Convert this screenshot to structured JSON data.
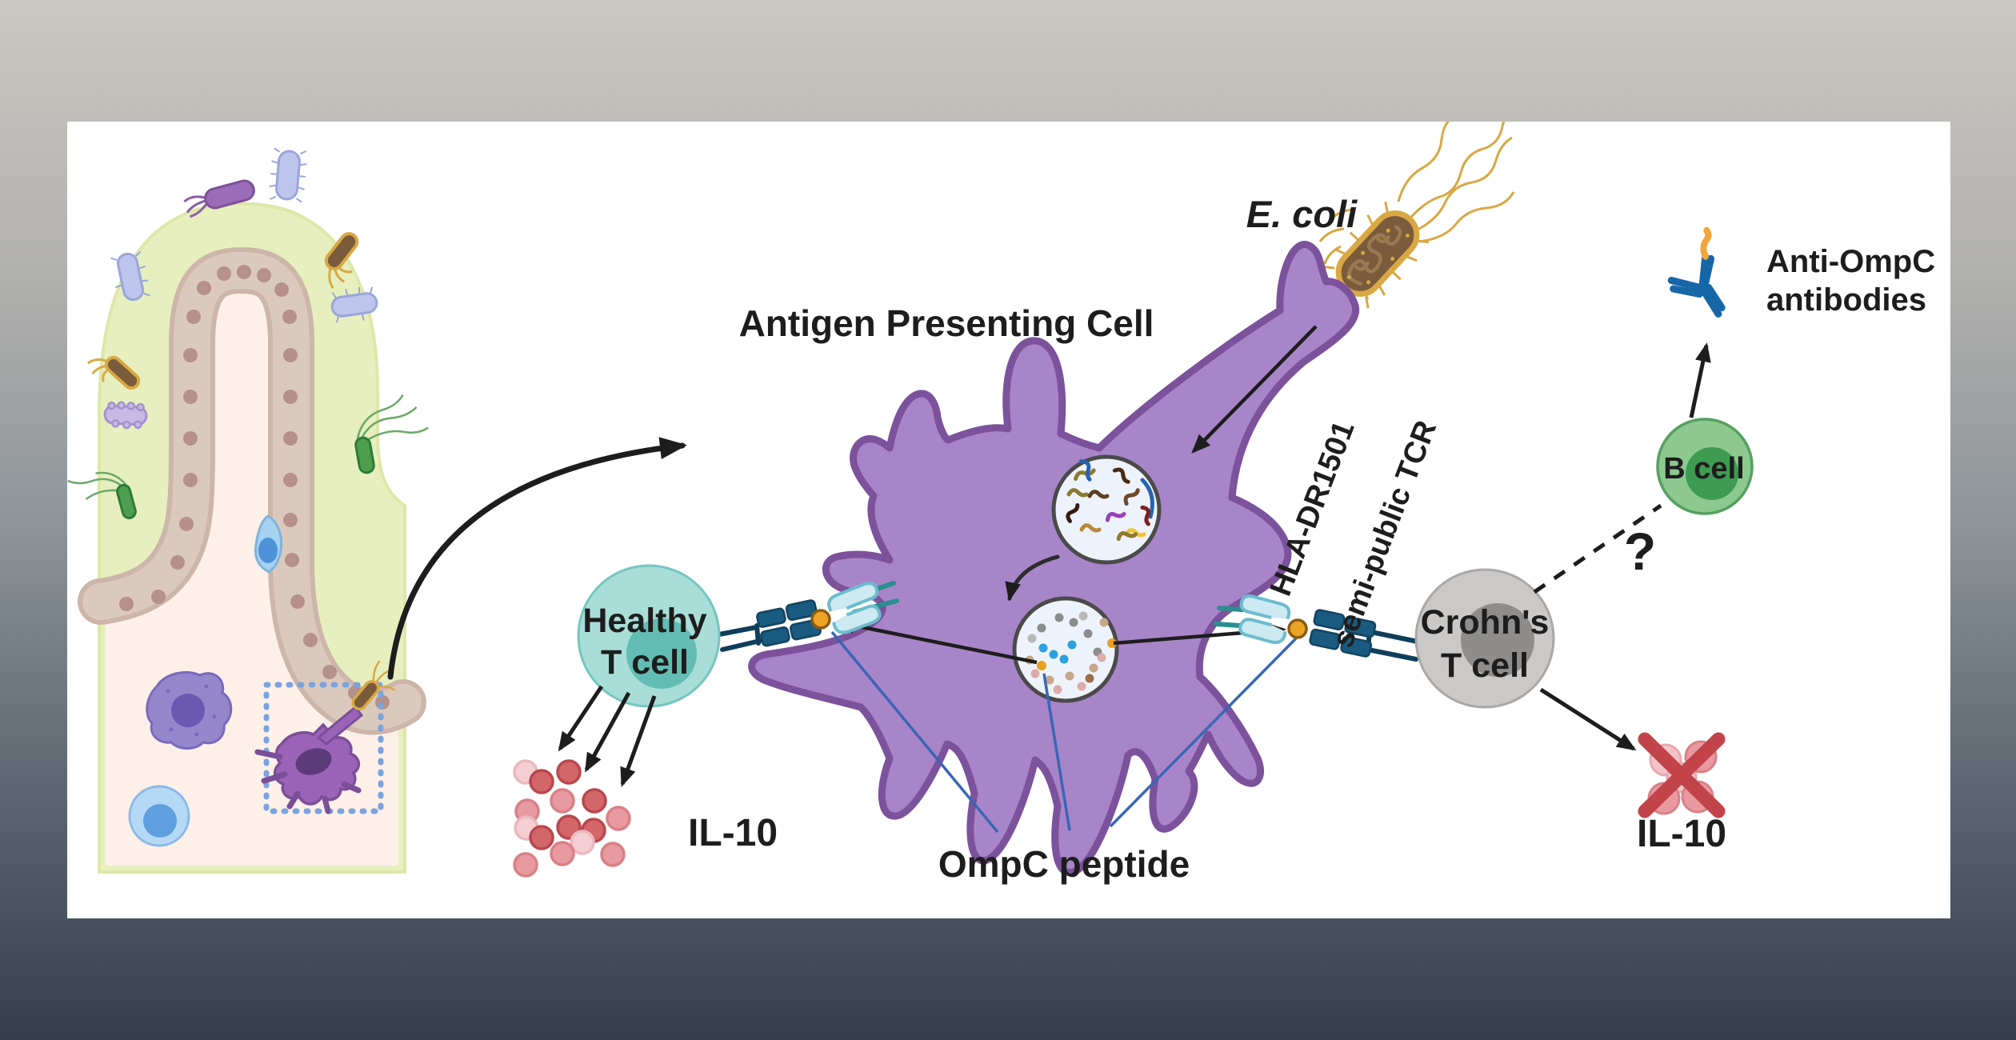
{
  "figure": {
    "type": "immunology-pathway-illustration",
    "description": "E. coli OmpC antigen presentation to healthy vs Crohn's disease T cells"
  },
  "background": {
    "gradient_top": "#cbc7c2",
    "gradient_bottom": "#343f4b",
    "canvas": "#ffffff"
  },
  "palette": {
    "apc_purple": "#a884c9",
    "apc_outline": "#7b529b",
    "healthy_t_cell_teal": "#a9ddd8",
    "healthy_t_nucleus": "#63bdb4",
    "crohns_gray": "#cbc9c7",
    "crohns_nucleus": "#8f8d8b",
    "b_cell_green": "#8cc88f",
    "b_cell_nucleus": "#3e9b52",
    "tcr_navy": "#1b5a80",
    "mhc_cyan": "#cde9f1",
    "peptide_orange": "#eca427",
    "ecoli_brown": "#7a5b3c",
    "ecoli_gold": "#d9a843",
    "il10_pink": "#e8989e",
    "inhibit_red": "#c24349",
    "antibody_blue": "#1767a8",
    "mucus_green": "#e7efbf",
    "lamina_pink": "#fdf0e9",
    "epithelium_tan": "#dcc9bd",
    "pointer_blue": "#3a66b5"
  },
  "labels": {
    "antigen_presenting_cell": "Antigen Presenting Cell",
    "e_coli": "E. coli",
    "healthy_t_cell_line1": "Healthy",
    "healthy_t_cell_line2": "T cell",
    "il10_left": "IL-10",
    "ompc_peptide": "OmpC peptide",
    "hla_dr1501": "HLA-DR1501",
    "semi_public_tcr": "semi-public TCR",
    "crohns_t_cell_line1": "Crohn's",
    "crohns_t_cell_line2": "T cell",
    "b_cell": "B cell",
    "question_mark": "?",
    "anti_ompc_line1": "Anti-OmpC",
    "anti_ompc_line2": "antibodies",
    "il10_right": "IL-10"
  },
  "icons": [
    "intestinal-villus-icon",
    "gut-bacteria-icon",
    "dendritic-cell-icon",
    "macrophage-icon",
    "lymphocyte-icon",
    "goblet-cell-icon",
    "zoom-box-icon",
    "antigen-presenting-cell-icon",
    "e-coli-icon",
    "antigen-vesicle-icon",
    "peptide-vesicle-icon",
    "mhc-tcr-synapse-icon",
    "healthy-t-cell-icon",
    "crohns-t-cell-icon",
    "b-cell-icon",
    "antibody-icon",
    "il10-cytokine-icon",
    "il10-blocked-icon",
    "curved-arrow-icon",
    "dashed-uncertainty-line-icon"
  ]
}
